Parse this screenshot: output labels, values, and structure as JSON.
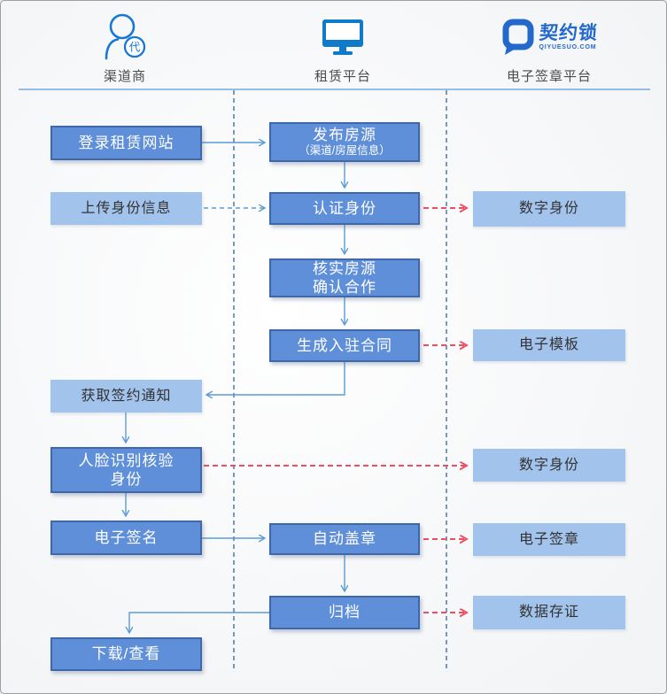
{
  "header": {
    "lanes": [
      {
        "label": "渠道商"
      },
      {
        "label": "租赁平台"
      },
      {
        "label": "电子签章平台"
      }
    ],
    "agent_badge_char": "代",
    "logo": {
      "title": "契约锁",
      "domain": "QIYUESUO.COM"
    }
  },
  "nodes": {
    "login": {
      "label": "登录租赁网站"
    },
    "upload": {
      "label": "上传身份信息"
    },
    "publish": {
      "label": "发布房源",
      "label2": "（渠道/房屋信息）"
    },
    "auth": {
      "label": "认证身份"
    },
    "verify": {
      "label": "核实房源",
      "label2": "确认合作"
    },
    "gencontract": {
      "label": "生成入驻合同"
    },
    "did1": {
      "label": "数字身份"
    },
    "template": {
      "label": "电子模板"
    },
    "notice": {
      "label": "获取签约通知"
    },
    "face": {
      "label": "人脸识别核验",
      "label2": "身份"
    },
    "did2": {
      "label": "数字身份"
    },
    "esign": {
      "label": "电子签名"
    },
    "autoseal": {
      "label": "自动盖章"
    },
    "eseal": {
      "label": "电子签章"
    },
    "archive": {
      "label": "归档"
    },
    "evidence": {
      "label": "数据存证"
    },
    "download": {
      "label": "下载/查看"
    }
  },
  "colors": {
    "node_fill": "#5f8fd9",
    "node_border": "#3e68a8",
    "node_light_fill": "#a2c3ec",
    "arrow_blue": "#5b9bd5",
    "arrow_red": "#ee4e63",
    "divider_blue": "#3c6fa5",
    "icon_blue": "#1678d2",
    "logo_blue": "#2468cc"
  }
}
